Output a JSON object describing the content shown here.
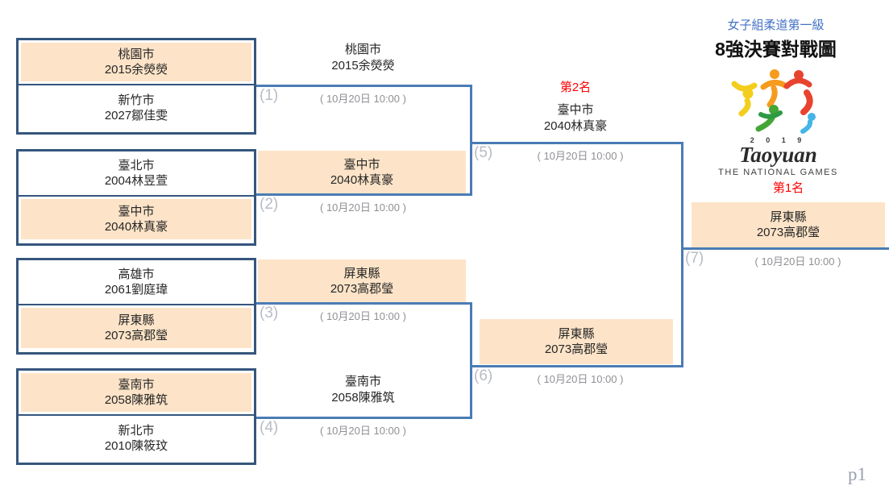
{
  "title": {
    "category": "女子組柔道第一級",
    "main": "8強決賽對戰圖"
  },
  "logo": {
    "year": "2 0 1 9",
    "name": "Taoyuan",
    "subtitle": "THE NATIONAL GAMES"
  },
  "places": {
    "first": "第1名",
    "second": "第2名"
  },
  "match_time": "( 10月20日 10:00 )",
  "page_number": "p1",
  "colors": {
    "box_border": "#35567D",
    "connector_line": "#4A7CB5",
    "highlight_fill": "#FDE4C8",
    "place_label": "#FF0000",
    "category_title": "#4472C4",
    "match_label": "#B8BCC4"
  },
  "round1": [
    {
      "match_no": "(1)",
      "top": {
        "city": "桃園市",
        "athlete": "2015余熒熒",
        "winner": true
      },
      "bottom": {
        "city": "新竹市",
        "athlete": "2027鄒佳雯",
        "winner": false
      }
    },
    {
      "match_no": "(2)",
      "top": {
        "city": "臺北市",
        "athlete": "2004林昱萱",
        "winner": false
      },
      "bottom": {
        "city": "臺中市",
        "athlete": "2040林真豪",
        "winner": true
      }
    },
    {
      "match_no": "(3)",
      "top": {
        "city": "高雄市",
        "athlete": "2061劉庭瑋",
        "winner": false
      },
      "bottom": {
        "city": "屏東縣",
        "athlete": "2073高郡瑩",
        "winner": true
      }
    },
    {
      "match_no": "(4)",
      "top": {
        "city": "臺南市",
        "athlete": "2058陳雅筑",
        "winner": true
      },
      "bottom": {
        "city": "新北市",
        "athlete": "2010陳筱玟",
        "winner": false
      }
    }
  ],
  "round2": [
    {
      "city": "桃園市",
      "athlete": "2015余熒熒",
      "highlight": false
    },
    {
      "city": "臺中市",
      "athlete": "2040林真豪",
      "highlight": true
    },
    {
      "city": "屏東縣",
      "athlete": "2073高郡瑩",
      "highlight": true
    },
    {
      "city": "臺南市",
      "athlete": "2058陳雅筑",
      "highlight": false
    }
  ],
  "semifinal": {
    "match5_no": "(5)",
    "match6_no": "(6)",
    "runner_up": {
      "city": "臺中市",
      "athlete": "2040林真豪"
    },
    "finalist": {
      "city": "屏東縣",
      "athlete": "2073高郡瑩",
      "highlight": true
    }
  },
  "final": {
    "match_no": "(7)",
    "champion": {
      "city": "屏東縣",
      "athlete": "2073高郡瑩",
      "highlight": true
    }
  }
}
